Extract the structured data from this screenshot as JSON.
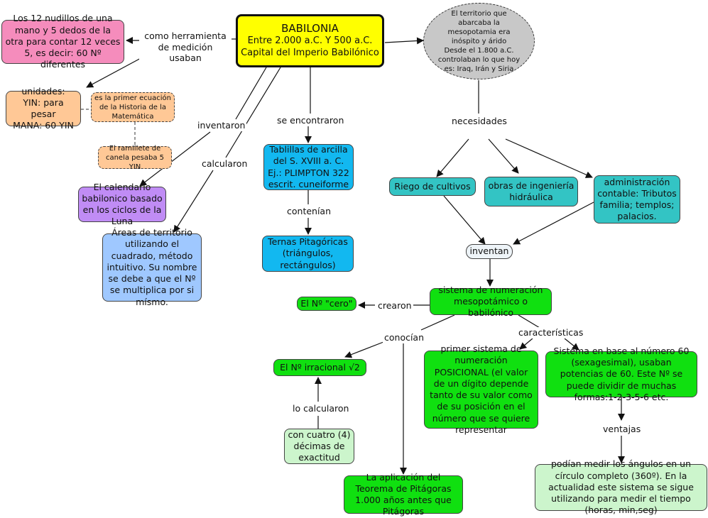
{
  "colors": {
    "yellow": "#ffff00",
    "pink": "#f58cbc",
    "peach": "#ffc896",
    "purple": "#c08cf5",
    "lightblue": "#9fc8ff",
    "cyan": "#12b8f0",
    "gray": "#c8c8c8",
    "teal": "#33c4c4",
    "green": "#10e010",
    "palegreen": "#ccf5cc",
    "light": "#eef4f8"
  },
  "nodes": {
    "babilonia": {
      "title": "BABILONIA",
      "line1": "Entre 2.000 a.C. Y 500 a.C.",
      "line2": "Capital del Imperio Babilónico"
    },
    "nudillos": "Los 12 nudillos de una mano y 5 dedos de la otra para contar 12 veces 5, es decir: 60 Nº diferentes",
    "unidades": "unidades:\nYIN: para pesar\nMANA: 60 YIN",
    "ecuacion": "es la primer ecuación de la Historia de la Matemática",
    "ramillete": "El ramillete de canela pesaba 5 YIN",
    "calendario": "El calendario babilonico basado en los ciclos de la Luna",
    "areas": "Áreas de territorio utilizando el cuadrado, método intuitivo. Su nombre se debe a que el Nº se multiplica por si mísmo.",
    "tablillas": "Tablillas de arcilla del S. XVIII a. C.\nEj.: PLIMPTON 322\nescrit. cuneiforme",
    "ternas": "Ternas Pitagóricas (triángulos, rectángulos)",
    "territorio": "El territorio que abarcaba la mesopotamia era inóspito y árido\nDesde el 1.800 a.C. controlaban lo que hoy es: Iraq, Irán y Siria",
    "riego": "Riego de cultivos",
    "obras": "obras de ingeniería hidráulica",
    "administracion": "administración contable: Tributos familia; templos; palacios.",
    "inventan": "inventan",
    "sistema": "sistema de numeración mesopotámico o babilónico",
    "cero": "El Nº \"cero\"",
    "irracional_text": "El Nº irracional",
    "irracional_sqrt": "√2",
    "cuatro": "con cuatro (4) décimas de exactitud",
    "aplicacion": "La aplicación del Teorema de Pitágoras 1.000 años antes que Pitágoras",
    "posicional": "primer sistema de numeración POSICIONAL (el valor de un dígito depende tanto de su valor como de su posición en el número que se quiere representar",
    "base60": "Sistema en base al número 60 (sexagesimal), usaban potencias de 60. Este Nº se puede dividir de muchas formas:1-2-3-5-6 etc.",
    "angulos": "podían medir los ángulos en un círculo completo (360º). En la actualidad este sistema se sigue utilizando para medir el tiempo (horas, min,seg)"
  },
  "labels": {
    "herramienta": "como herramienta\nde medición usaban",
    "inventaron": "inventaron",
    "calcularon": "calcularon",
    "encontraron": "se encontraron",
    "contenian": "contenían",
    "necesidades": "necesidades",
    "crearon": "crearon",
    "conocian": "conocían",
    "caracteristicas": "características",
    "lo_calcularon": "lo calcularon",
    "ventajas": "ventajas"
  }
}
